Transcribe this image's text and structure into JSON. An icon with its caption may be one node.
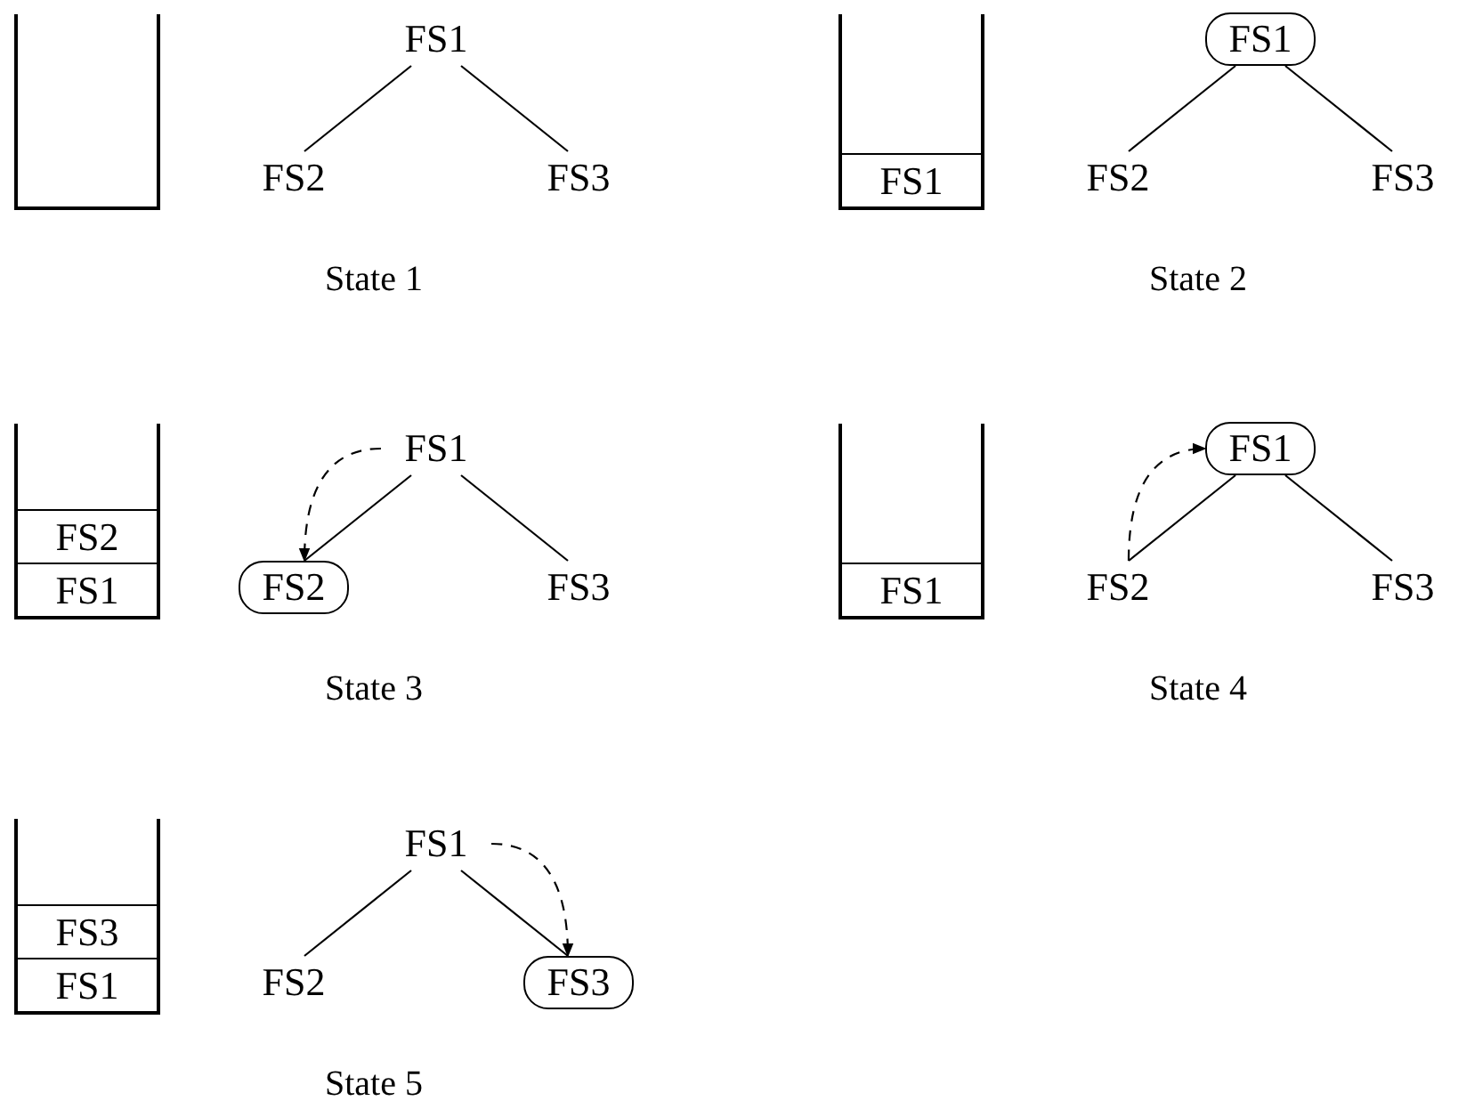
{
  "diagram": {
    "nodes": [
      {
        "text": [],
        "shape": "box"
      },
      {
        "text": [
          "FS1"
        ]
      },
      {
        "text": [
          "FS2"
        ]
      },
      {
        "text": [
          "FS3"
        ]
      },
      {
        "text": [],
        "shape": "box"
      },
      {
        "text": [
          "FS1"
        ],
        "in": 4
      },
      {
        "text": [
          "FS1"
        ]
      },
      {
        "text": [
          "FS2"
        ]
      },
      {
        "text": [
          "FS3"
        ]
      },
      {
        "text": [],
        "shape": "box"
      },
      {
        "text": [
          "FS2"
        ],
        "in": 9
      },
      {
        "text": [
          "FS1"
        ],
        "in": 9
      },
      {
        "text": [
          "FS1"
        ]
      },
      {
        "text": [
          "FS2"
        ]
      },
      {
        "text": [
          "FS3"
        ]
      },
      {
        "text": [],
        "shape": "box"
      },
      {
        "text": [
          "FS1"
        ],
        "in": 15
      },
      {
        "text": [
          "FS1"
        ]
      },
      {
        "text": [
          "FS2"
        ]
      },
      {
        "text": [
          "FS3"
        ]
      },
      {
        "text": [],
        "shape": "box"
      },
      {
        "text": [
          "FS3"
        ],
        "in": 20
      },
      {
        "text": [
          "FS1"
        ],
        "in": 20
      },
      {
        "text": [
          "FS1"
        ]
      },
      {
        "text": [
          "FS2"
        ]
      },
      {
        "text": [
          "FS3"
        ]
      }
    ],
    "edges": [
      {
        "from": 1,
        "to": 2,
        "arrow": "none"
      },
      {
        "from": 1,
        "to": 3,
        "arrow": "none"
      },
      {
        "from": 6,
        "to": 7,
        "arrow": "none"
      },
      {
        "from": 6,
        "to": 8,
        "arrow": "none"
      },
      {
        "from": 12,
        "to": 13,
        "arrow": "none"
      },
      {
        "from": 12,
        "to": 14,
        "arrow": "none"
      },
      {
        "from": 12,
        "to": 13,
        "arrow": "to",
        "style": "dashed"
      },
      {
        "from": 17,
        "to": 18,
        "arrow": "none"
      },
      {
        "from": 17,
        "to": 19,
        "arrow": "none"
      },
      {
        "from": 18,
        "to": 17,
        "arrow": "to",
        "style": "dashed"
      },
      {
        "from": 23,
        "to": 24,
        "arrow": "none"
      },
      {
        "from": 23,
        "to": 25,
        "arrow": "none"
      },
      {
        "from": 23,
        "to": 25,
        "arrow": "to",
        "style": "dashed"
      }
    ],
    "labels": [
      "State 1",
      "State 2",
      "State 3",
      "State 4",
      "State 5"
    ]
  }
}
